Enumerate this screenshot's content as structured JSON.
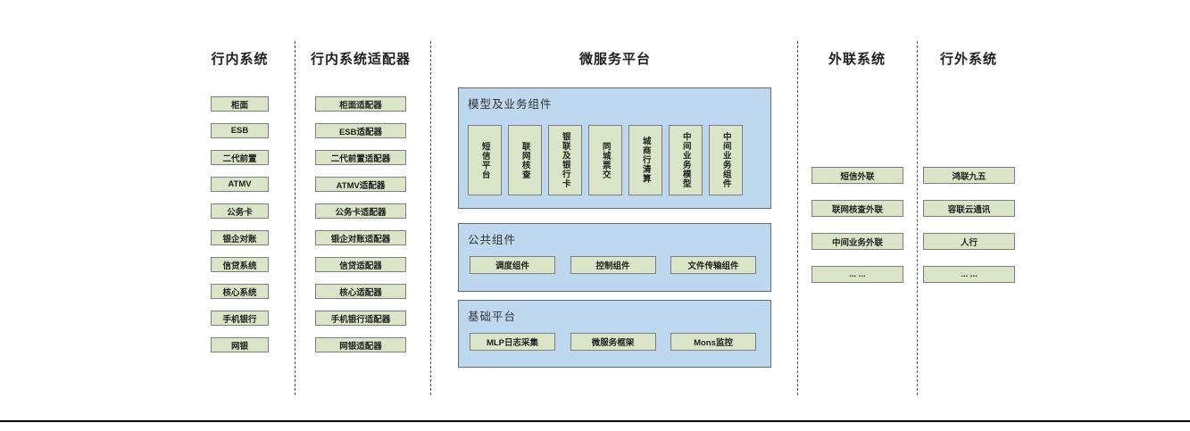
{
  "columns": [
    {
      "title": "行内系统",
      "items": [
        "柜面",
        "ESB",
        "二代前置",
        "ATMV",
        "公务卡",
        "银企对账",
        "信贷系统",
        "核心系统",
        "手机银行",
        "网银"
      ]
    },
    {
      "title": "行内系统适配器",
      "items": [
        "柜面适配器",
        "ESB适配器",
        "二代前置适配器",
        "ATMV适配器",
        "公务卡适配器",
        "银企对账适配器",
        "信贷适配器",
        "核心适配器",
        "手机银行适配器",
        "网银适配器"
      ]
    },
    {
      "title": "微服务平台",
      "panels": [
        {
          "label": "模型及业务组件",
          "items": [
            "短信平台",
            "联网核查",
            "银联及银行卡",
            "同城票交",
            "城商行清算",
            "中间业务模型",
            "中间业务组件"
          ]
        },
        {
          "label": "公共组件",
          "items": [
            "调度组件",
            "控制组件",
            "文件传输组件"
          ]
        },
        {
          "label": "基础平台",
          "items": [
            "MLP日志采集",
            "微服务框架",
            "Mons监控"
          ]
        }
      ]
    },
    {
      "title": "外联系统",
      "items": [
        "短信外联",
        "联网核查外联",
        "中间业务外联",
        "... ..."
      ]
    },
    {
      "title": "行外系统",
      "items": [
        "鸿联九五",
        "容联云通讯",
        "人行",
        "... ..."
      ]
    }
  ],
  "colors": {
    "green-fill": "#d9e5c6",
    "green-border": "#7f7f7f",
    "blue-fill": "#bdd7ee",
    "blue-border": "#5f6b76",
    "divider-color": "#4d4d4d",
    "text-dark": "#1f1f1f",
    "rule-color": "#000000"
  }
}
